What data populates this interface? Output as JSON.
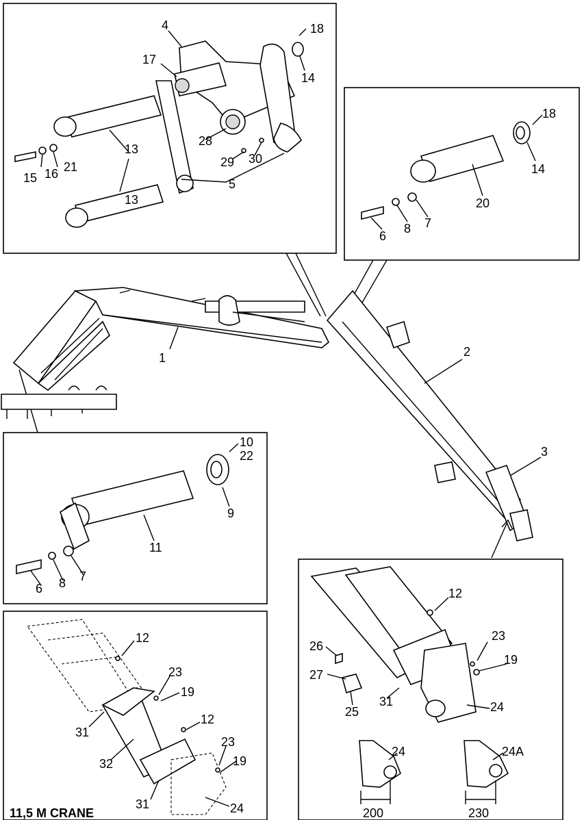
{
  "panels": {
    "top_left": {
      "labels": [
        "4",
        "18",
        "17",
        "14",
        "13",
        "28",
        "29",
        "30",
        "15",
        "16",
        "21",
        "13",
        "5"
      ]
    },
    "top_right": {
      "labels": [
        "18",
        "14",
        "20",
        "6",
        "8",
        "7"
      ]
    },
    "main": {
      "labels": [
        "1",
        "2",
        "3"
      ]
    },
    "mid_left": {
      "labels": [
        "10",
        "22",
        "9",
        "11",
        "6",
        "8",
        "7"
      ]
    },
    "bottom_left": {
      "labels": [
        "12",
        "23",
        "19",
        "31",
        "12",
        "32",
        "23",
        "19",
        "31",
        "24"
      ],
      "caption": "11,5 M CRANE"
    },
    "bottom_right": {
      "labels": [
        "12",
        "26",
        "23",
        "19",
        "27",
        "31",
        "25",
        "24",
        "24",
        "24A"
      ],
      "dimensions": [
        "200",
        "230"
      ]
    }
  }
}
